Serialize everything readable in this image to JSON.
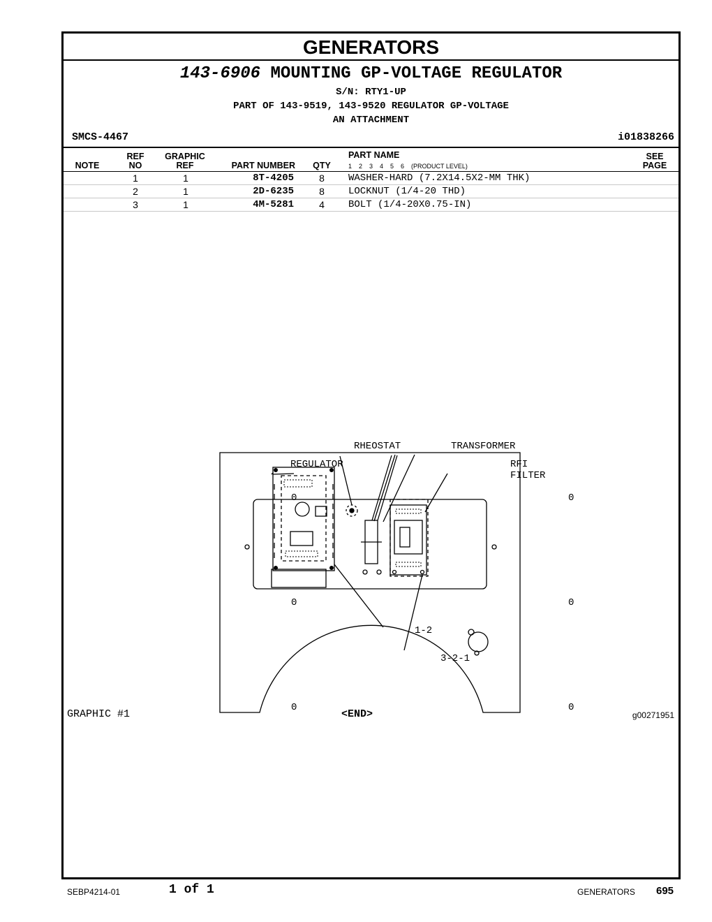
{
  "section_title": "GENERATORS",
  "group": {
    "number": "143-6906",
    "title": "MOUNTING GP-VOLTAGE REGULATOR",
    "serial": "S/N: RTY1-UP",
    "part_of": "PART OF 143-9519, 143-9520 REGULATOR GP-VOLTAGE",
    "note": "AN ATTACHMENT"
  },
  "smcs": "SMCS-4467",
  "illustration_id": "i01838266",
  "table_headers": {
    "note": "NOTE",
    "ref_top": "REF",
    "ref_bottom": "NO",
    "graphic_top": "GRAPHIC",
    "graphic_bottom": "REF",
    "part_number": "PART NUMBER",
    "qty": "QTY",
    "part_name": "PART NAME",
    "levels": "1    2    3    4    5    6    (PRODUCT LEVEL)",
    "see_top": "SEE",
    "see_bottom": "PAGE"
  },
  "parts": [
    {
      "ref": "1",
      "graphic_ref": "1",
      "part_number": "8T-4205",
      "qty": "8",
      "name": "WASHER-HARD (7.2X14.5X2-MM THK)"
    },
    {
      "ref": "2",
      "graphic_ref": "1",
      "part_number": "2D-6235",
      "qty": "8",
      "name": "LOCKNUT (1/4-20 THD)"
    },
    {
      "ref": "3",
      "graphic_ref": "1",
      "part_number": "4M-5281",
      "qty": "4",
      "name": "BOLT (1/4-20X0.75-IN)"
    }
  ],
  "graphic_labels": {
    "rheostat": "RHEOSTAT",
    "transformer": "TRANSFORMER",
    "regulator": "REGULATOR",
    "rfi_filter": "RFI FILTER",
    "callout_a": "1-2",
    "callout_b": "3-2-1",
    "zero": "0"
  },
  "graphic_caption": "GRAPHIC #1",
  "end_marker": "<END>",
  "graphic_id": "g00271951",
  "footer": {
    "doc": "SEBP4214-01",
    "page_of": "1 of 1",
    "section": "GENERATORS",
    "page": "695"
  }
}
